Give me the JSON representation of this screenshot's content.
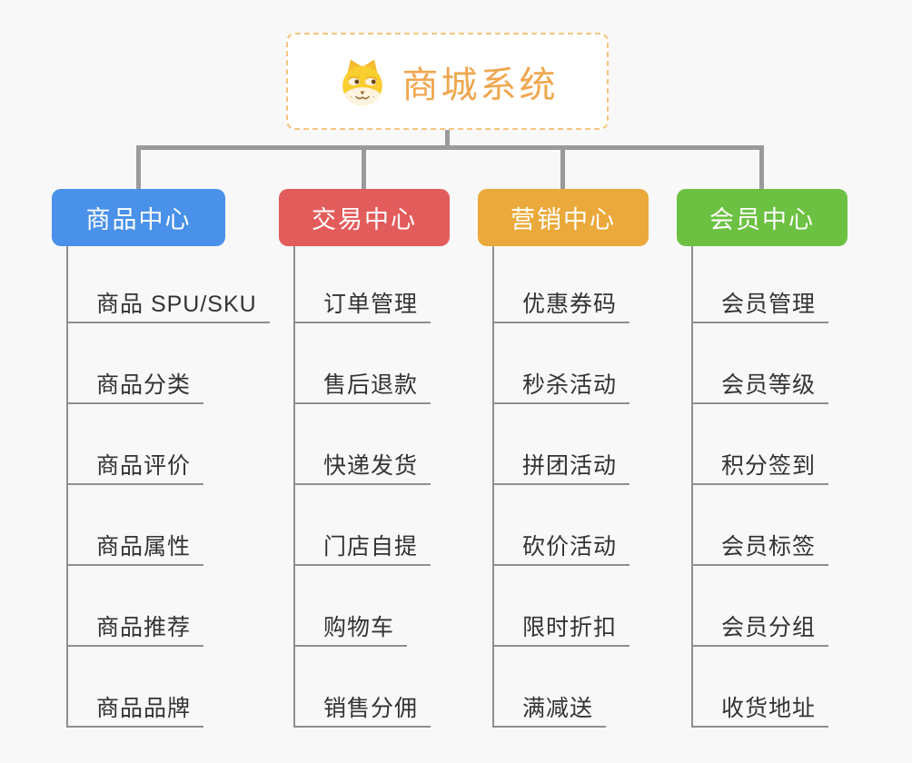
{
  "root": {
    "title": "商城系统",
    "icon": "doge-icon"
  },
  "branches": [
    {
      "label": "商品中心",
      "color": "#4A91E9",
      "items": [
        "商品 SPU/SKU",
        "商品分类",
        "商品评价",
        "商品属性",
        "商品推荐",
        "商品品牌"
      ]
    },
    {
      "label": "交易中心",
      "color": "#E35C5C",
      "items": [
        "订单管理",
        "售后退款",
        "快递发货",
        "门店自提",
        "购物车",
        "销售分佣"
      ]
    },
    {
      "label": "营销中心",
      "color": "#EBA93B",
      "items": [
        "优惠券码",
        "秒杀活动",
        "拼团活动",
        "砍价活动",
        "限时折扣",
        "满减送"
      ]
    },
    {
      "label": "会员中心",
      "color": "#6CC142",
      "items": [
        "会员管理",
        "会员等级",
        "积分签到",
        "会员标签",
        "会员分组",
        "收货地址"
      ]
    }
  ],
  "palette": {
    "background": "#F8F8F8",
    "connector_line": "#9A9A9A",
    "underline": "#8F8F8F",
    "root_border": "#F6C57E",
    "root_text": "#F0A64E",
    "item_text": "#333333"
  }
}
